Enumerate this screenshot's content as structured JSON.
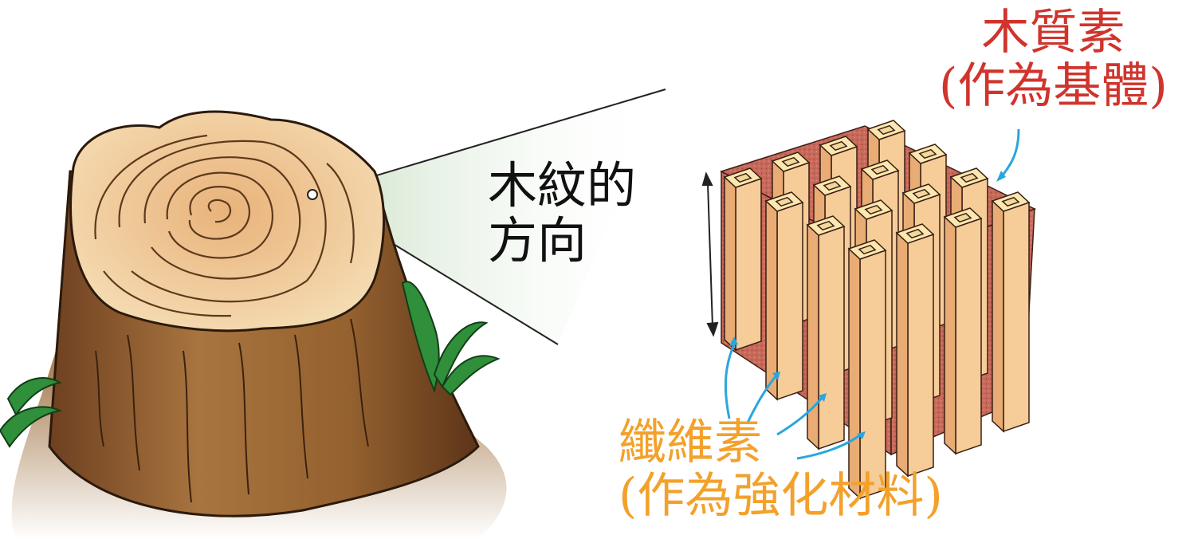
{
  "labels": {
    "grain_direction": {
      "line1": "木紋的",
      "line2": "方向"
    },
    "lignin": {
      "name": "木質素",
      "role": "(作為基體)"
    },
    "cellulose": {
      "name": "纖維素",
      "role": "(作為強化材料)"
    }
  },
  "colors": {
    "lignin_text": "#d0342c",
    "cellulose_text": "#f3a12a",
    "arrow": "#2aa6dd",
    "fiber_face": "#f6cc98",
    "matrix": "#c9685a",
    "stump_top": "#f0cb96",
    "bark": "#8d5a2b",
    "grass": "#2f8f3a",
    "zoom_cone": "#dfeedd"
  },
  "icons": [
    "tree-stump-illustration",
    "grass-icon",
    "wood-cell-block",
    "vertical-double-arrow-icon",
    "pointer-arrow-icon"
  ]
}
